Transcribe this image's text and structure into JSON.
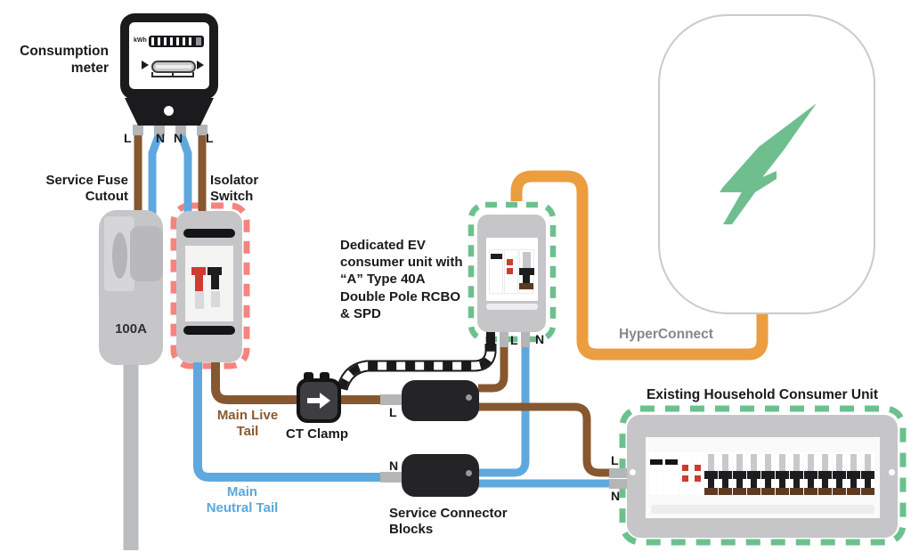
{
  "labels": {
    "consumption_meter": "Consumption\nmeter",
    "service_fuse_cutout": "Service Fuse\nCutout",
    "isolator_switch": "Isolator\nSwitch",
    "ev_unit": "Dedicated EV\nconsumer unit with\n“A” Type 40A\nDouble Pole RCBO\n& SPD",
    "main_live_tail": "Main Live\nTail",
    "ct_clamp": "CT Clamp",
    "main_neutral_tail": "Main\nNeutral Tail",
    "service_connector_blocks": "Service Connector\nBlocks",
    "hyperconnect": "HyperConnect",
    "household_title": "Existing Household Consumer Unit"
  },
  "terminals": {
    "meter": [
      "L",
      "N",
      "N",
      "L"
    ],
    "tail_l": "L",
    "tail_n": "N",
    "ev_l": "L",
    "ev_n": "N",
    "household_l": "L",
    "household_n": "N"
  },
  "meter": {
    "kwh": "kWh",
    "digit_count": 7
  },
  "devices": {
    "fuse_rating": "100A",
    "household_breaker_count": 12,
    "household_main_switch_count": 2,
    "household_rcd_count": 2
  },
  "colors": {
    "live_wire": "#87572F",
    "neutral_wire": "#5FA8DE",
    "hyperconnect_cable": "#EB9D3F",
    "highlight_green": "#6CC08E",
    "highlight_pink": "#F5847F",
    "device_gray": "#C6C6C8",
    "label_gray": "#85878A"
  },
  "icons": {
    "ct_clamp_arrow": "right-arrow",
    "charger_logo": "lightning-bolt"
  }
}
